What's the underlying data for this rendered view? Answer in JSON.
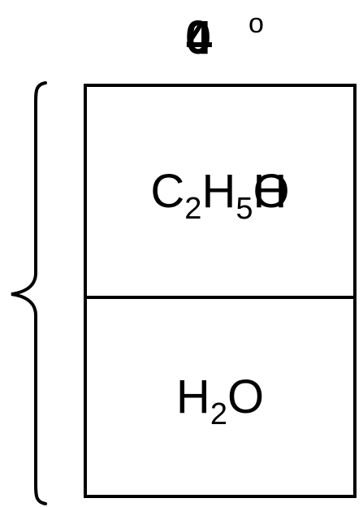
{
  "header": {
    "glyph_a": "0",
    "glyph_b": "4",
    "degree": "o"
  },
  "layers": {
    "upper": {
      "c": "C",
      "c_sub": "2",
      "h": "H",
      "h_sub": "5",
      "tail_a": "O",
      "tail_b": "H"
    },
    "lower": {
      "h": "H",
      "h_sub": "2",
      "o": "O"
    }
  }
}
